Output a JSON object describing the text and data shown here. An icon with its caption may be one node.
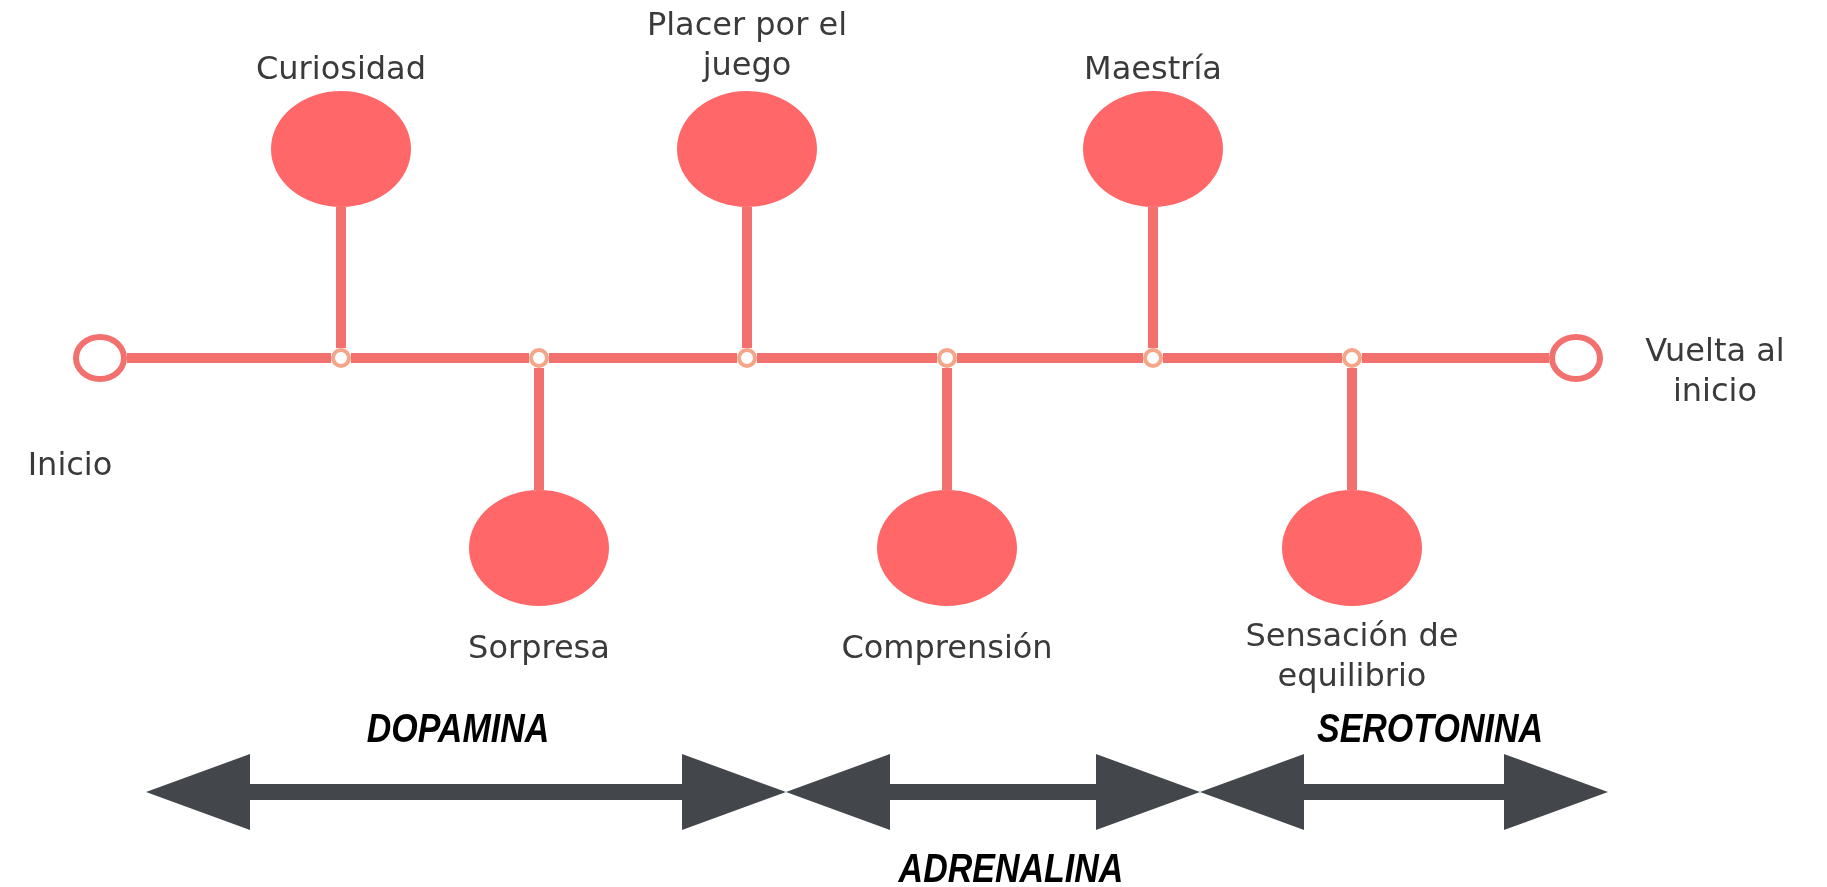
{
  "diagram": {
    "nodes": [
      {
        "text": [],
        "shape": "circle",
        "beside": [
          "Inicio"
        ]
      },
      {
        "text": [],
        "shape": "circle"
      },
      {
        "text": [],
        "shape": "circle"
      },
      {
        "text": [],
        "shape": "circle"
      },
      {
        "text": [],
        "shape": "circle"
      },
      {
        "text": [],
        "shape": "circle"
      },
      {
        "text": [],
        "shape": "circle"
      },
      {
        "text": [],
        "shape": "circle",
        "beside": [
          "Vuelta al inicio"
        ]
      },
      {
        "text": [],
        "shape": "circle",
        "beside": [
          "Curiosidad"
        ]
      },
      {
        "text": [],
        "shape": "circle",
        "beside": [
          "Sorpresa"
        ]
      },
      {
        "text": [],
        "shape": "circle",
        "beside": [
          "Placer por el juego"
        ]
      },
      {
        "text": [],
        "shape": "circle",
        "beside": [
          "Comprensión"
        ]
      },
      {
        "text": [],
        "shape": "circle",
        "beside": [
          "Maestría"
        ]
      },
      {
        "text": [],
        "shape": "circle",
        "beside": [
          "Sensación de equilibrio"
        ]
      }
    ],
    "edges": [
      {
        "from": 0,
        "to": 1,
        "arrow": "none"
      },
      {
        "from": 1,
        "to": 2,
        "arrow": "none"
      },
      {
        "from": 2,
        "to": 3,
        "arrow": "none"
      },
      {
        "from": 3,
        "to": 4,
        "arrow": "none"
      },
      {
        "from": 4,
        "to": 5,
        "arrow": "none"
      },
      {
        "from": 5,
        "to": 6,
        "arrow": "none"
      },
      {
        "from": 6,
        "to": 7,
        "arrow": "none"
      },
      {
        "from": 1,
        "to": 8,
        "arrow": "none"
      },
      {
        "from": 2,
        "to": 9,
        "arrow": "none"
      },
      {
        "from": 3,
        "to": 10,
        "arrow": "none"
      },
      {
        "from": 4,
        "to": 11,
        "arrow": "none"
      },
      {
        "from": 5,
        "to": 12,
        "arrow": "none"
      },
      {
        "from": 6,
        "to": 13,
        "arrow": "none"
      }
    ],
    "labels": [
      "DOPAMINA",
      "SEROTONINA",
      "ADRENALINA"
    ]
  }
}
